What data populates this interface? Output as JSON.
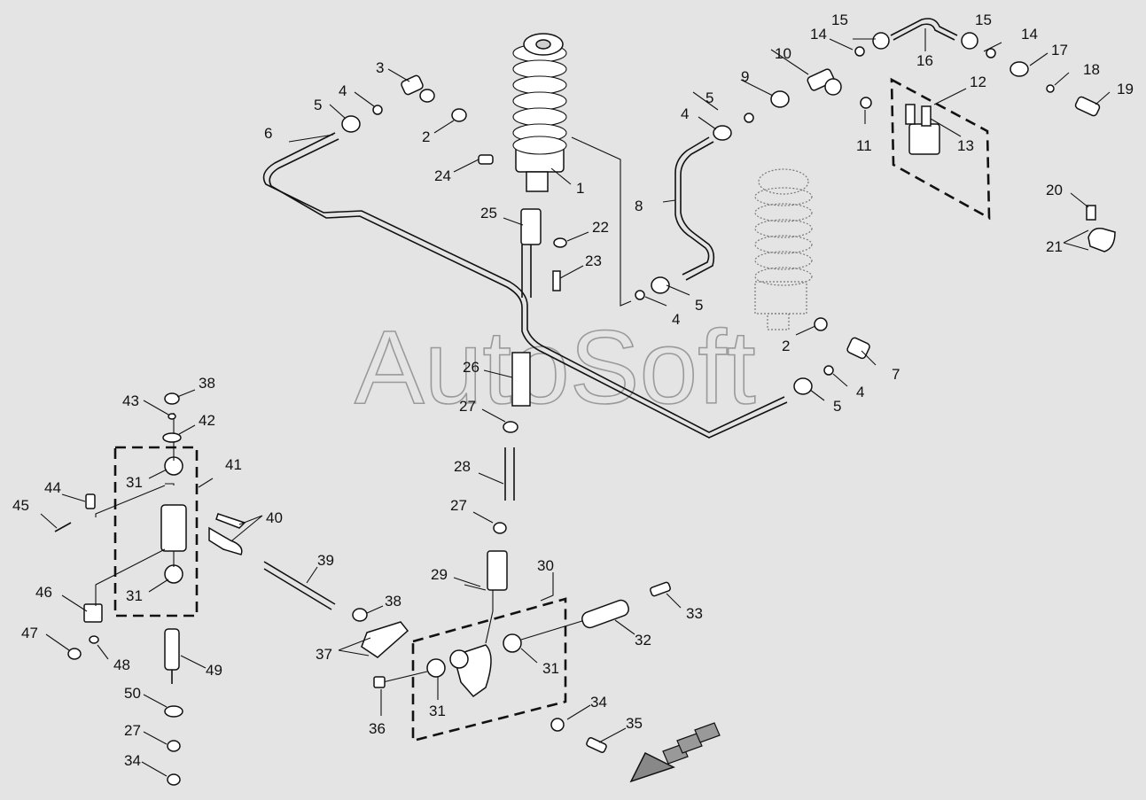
{
  "watermark": "AutoSoft",
  "colors": {
    "background": "#e4e4e4",
    "line": "#111111",
    "part_fill": "#ffffff"
  },
  "callouts": [
    {
      "id": "c1",
      "text": "1"
    },
    {
      "id": "c2a",
      "text": "2"
    },
    {
      "id": "c2b",
      "text": "2"
    },
    {
      "id": "c3",
      "text": "3"
    },
    {
      "id": "c4a",
      "text": "4"
    },
    {
      "id": "c4b",
      "text": "4"
    },
    {
      "id": "c4c",
      "text": "4"
    },
    {
      "id": "c4d",
      "text": "4"
    },
    {
      "id": "c5a",
      "text": "5"
    },
    {
      "id": "c5b",
      "text": "5"
    },
    {
      "id": "c5c",
      "text": "5"
    },
    {
      "id": "c5d",
      "text": "5"
    },
    {
      "id": "c6",
      "text": "6"
    },
    {
      "id": "c7",
      "text": "7"
    },
    {
      "id": "c8",
      "text": "8"
    },
    {
      "id": "c9",
      "text": "9"
    },
    {
      "id": "c10",
      "text": "10"
    },
    {
      "id": "c11",
      "text": "11"
    },
    {
      "id": "c12",
      "text": "12"
    },
    {
      "id": "c13",
      "text": "13"
    },
    {
      "id": "c14a",
      "text": "14"
    },
    {
      "id": "c14b",
      "text": "14"
    },
    {
      "id": "c15a",
      "text": "15"
    },
    {
      "id": "c15b",
      "text": "15"
    },
    {
      "id": "c16",
      "text": "16"
    },
    {
      "id": "c17",
      "text": "17"
    },
    {
      "id": "c18",
      "text": "18"
    },
    {
      "id": "c19",
      "text": "19"
    },
    {
      "id": "c20",
      "text": "20"
    },
    {
      "id": "c21",
      "text": "21"
    },
    {
      "id": "c22",
      "text": "22"
    },
    {
      "id": "c23",
      "text": "23"
    },
    {
      "id": "c24",
      "text": "24"
    },
    {
      "id": "c25",
      "text": "25"
    },
    {
      "id": "c26",
      "text": "26"
    },
    {
      "id": "c27a",
      "text": "27"
    },
    {
      "id": "c27b",
      "text": "27"
    },
    {
      "id": "c27c",
      "text": "27"
    },
    {
      "id": "c28",
      "text": "28"
    },
    {
      "id": "c29",
      "text": "29"
    },
    {
      "id": "c30",
      "text": "30"
    },
    {
      "id": "c31a",
      "text": "31"
    },
    {
      "id": "c31b",
      "text": "31"
    },
    {
      "id": "c31c",
      "text": "31"
    },
    {
      "id": "c31d",
      "text": "31"
    },
    {
      "id": "c32",
      "text": "32"
    },
    {
      "id": "c33",
      "text": "33"
    },
    {
      "id": "c34a",
      "text": "34"
    },
    {
      "id": "c34b",
      "text": "34"
    },
    {
      "id": "c35",
      "text": "35"
    },
    {
      "id": "c36",
      "text": "36"
    },
    {
      "id": "c37",
      "text": "37"
    },
    {
      "id": "c38a",
      "text": "38"
    },
    {
      "id": "c38b",
      "text": "38"
    },
    {
      "id": "c39",
      "text": "39"
    },
    {
      "id": "c40",
      "text": "40"
    },
    {
      "id": "c41",
      "text": "41"
    },
    {
      "id": "c42",
      "text": "42"
    },
    {
      "id": "c43",
      "text": "43"
    },
    {
      "id": "c44",
      "text": "44"
    },
    {
      "id": "c45",
      "text": "45"
    },
    {
      "id": "c46",
      "text": "46"
    },
    {
      "id": "c47",
      "text": "47"
    },
    {
      "id": "c48",
      "text": "48"
    },
    {
      "id": "c49",
      "text": "49"
    },
    {
      "id": "c50",
      "text": "50"
    }
  ]
}
